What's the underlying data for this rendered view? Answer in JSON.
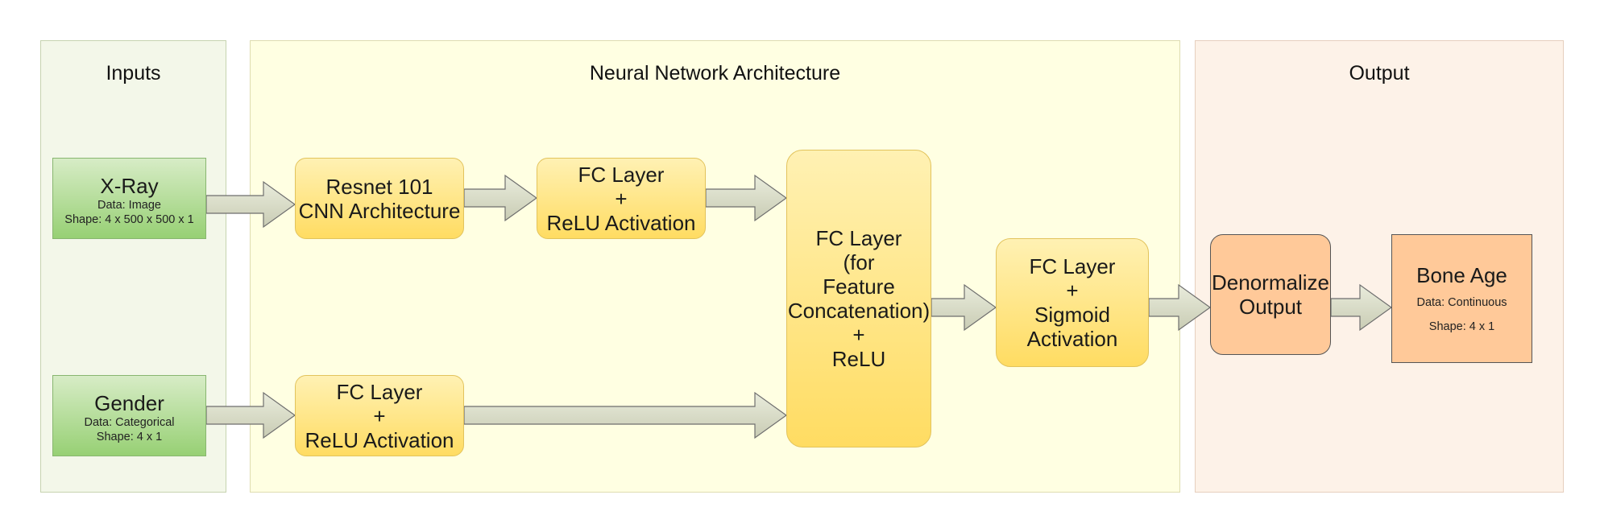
{
  "panels": {
    "inputs": "Inputs",
    "architecture": "Neural Network Architecture",
    "output": "Output"
  },
  "nodes": {
    "xray": {
      "title": "X-Ray",
      "line1": "Data: Image",
      "line2": "Shape: 4 x 500 x 500 x 1"
    },
    "gender": {
      "title": "Gender",
      "line1": "Data: Categorical",
      "line2": "Shape: 4 x 1"
    },
    "resnet": {
      "line1": "Resnet 101",
      "line2": "CNN Architecture"
    },
    "fc_relu_top": {
      "line1": "FC Layer",
      "line2": "+",
      "line3": "ReLU Activation"
    },
    "fc_relu_bottom": {
      "line1": "FC Layer",
      "line2": "+",
      "line3": "ReLU Activation"
    },
    "fc_concat": {
      "line1": "FC Layer",
      "line2": "(for",
      "line3": "Feature",
      "line4": "Concatenation)",
      "line5": "+",
      "line6": "ReLU"
    },
    "fc_sigmoid": {
      "line1": "FC Layer",
      "line2": "+",
      "line3": "Sigmoid",
      "line4": "Activation"
    },
    "denormalize": {
      "line1": "Denormalize",
      "line2": "Output"
    },
    "bone_age": {
      "title": "Bone Age",
      "line1": "Data: Continuous",
      "line2": "Shape: 4 x 1"
    }
  },
  "colors": {
    "input_box": "#97d074",
    "layer_box": "#ffdc62",
    "output_box": "#ffc999",
    "arrow": "#d9dcc8"
  }
}
